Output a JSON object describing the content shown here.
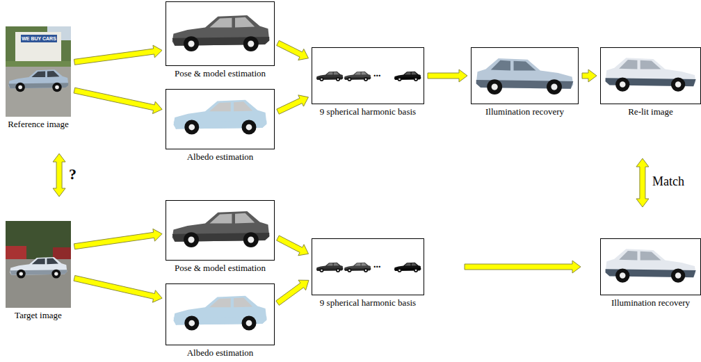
{
  "diagram": {
    "nodes": [
      {
        "text": [
          "Reference image"
        ]
      },
      {
        "text": [
          "Pose & model estimation"
        ]
      },
      {
        "text": [
          "Albedo estimation"
        ]
      },
      {
        "text": [
          "9 spherical harmonic basis"
        ]
      },
      {
        "text": [
          "Illumination recovery"
        ]
      },
      {
        "text": [
          "Re-lit image"
        ]
      },
      {
        "text": [
          "Target image"
        ]
      },
      {
        "text": [
          "Pose & model estimation"
        ]
      },
      {
        "text": [
          "Albedo estimation"
        ]
      },
      {
        "text": [
          "9 spherical harmonic basis"
        ]
      },
      {
        "text": [
          "Illumination recovery"
        ]
      }
    ],
    "edges": [
      {
        "from": 0,
        "to": 1,
        "arrow": "to"
      },
      {
        "from": 0,
        "to": 2,
        "arrow": "to"
      },
      {
        "from": 1,
        "to": 3,
        "arrow": "to"
      },
      {
        "from": 2,
        "to": 3,
        "arrow": "to"
      },
      {
        "from": 3,
        "to": 4,
        "arrow": "to"
      },
      {
        "from": 4,
        "to": 5,
        "arrow": "to"
      },
      {
        "from": 0,
        "to": 6,
        "arrow": "both",
        "label": "?"
      },
      {
        "from": 6,
        "to": 7,
        "arrow": "to"
      },
      {
        "from": 6,
        "to": 8,
        "arrow": "to"
      },
      {
        "from": 7,
        "to": 9,
        "arrow": "to"
      },
      {
        "from": 8,
        "to": 9,
        "arrow": "to"
      },
      {
        "from": 9,
        "to": 10,
        "arrow": "to"
      },
      {
        "from": 5,
        "to": 10,
        "arrow": "both",
        "label": "Match"
      }
    ],
    "labels": [
      "WE BUY CARS",
      "...",
      "..."
    ]
  }
}
